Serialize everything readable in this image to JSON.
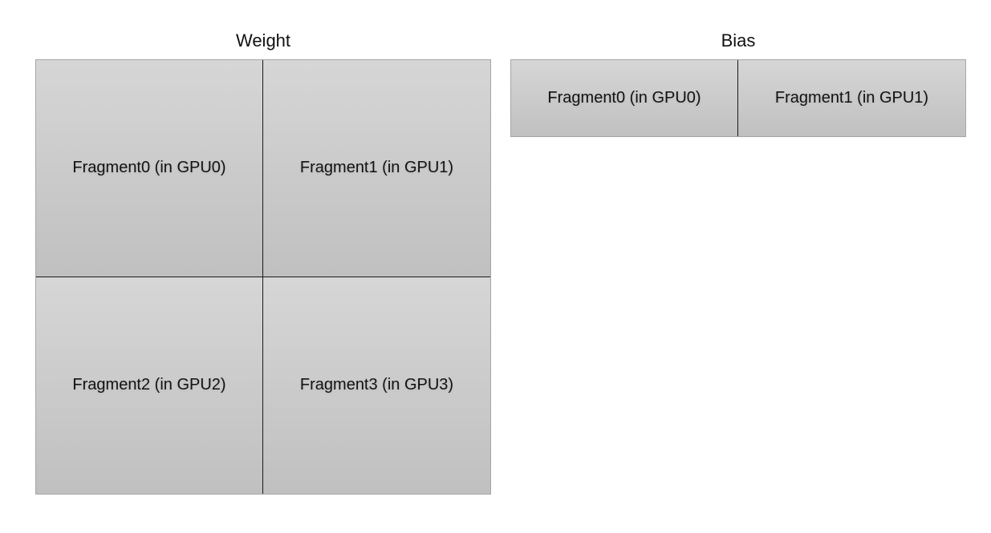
{
  "weight": {
    "title": "Weight",
    "fragments": [
      "Fragment0 (in GPU0)",
      "Fragment1 (in GPU1)",
      "Fragment2 (in GPU2)",
      "Fragment3 (in GPU3)"
    ]
  },
  "bias": {
    "title": "Bias",
    "fragments": [
      "Fragment0 (in GPU0)",
      "Fragment1 (in GPU1)"
    ]
  }
}
